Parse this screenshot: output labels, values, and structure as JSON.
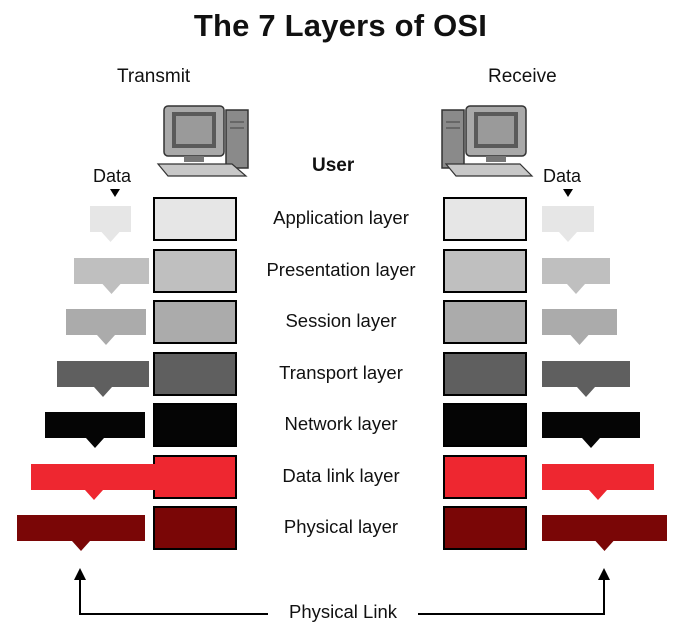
{
  "title": "The 7 Layers of OSI",
  "transmit_label": "Transmit",
  "receive_label": "Receive",
  "user_label": "User",
  "data_label_left": "Data",
  "data_label_right": "Data",
  "physical_link_label": "Physical Link",
  "layers": [
    {
      "name": "Application layer",
      "color": "#e6e6e6"
    },
    {
      "name": "Presentation layer",
      "color": "#bfbfbf"
    },
    {
      "name": "Session layer",
      "color": "#ababab"
    },
    {
      "name": "Transport layer",
      "color": "#5f5f5f"
    },
    {
      "name": "Network layer",
      "color": "#050505"
    },
    {
      "name": "Data link layer",
      "color": "#ee2730"
    },
    {
      "name": "Physical layer",
      "color": "#7a0606"
    }
  ]
}
